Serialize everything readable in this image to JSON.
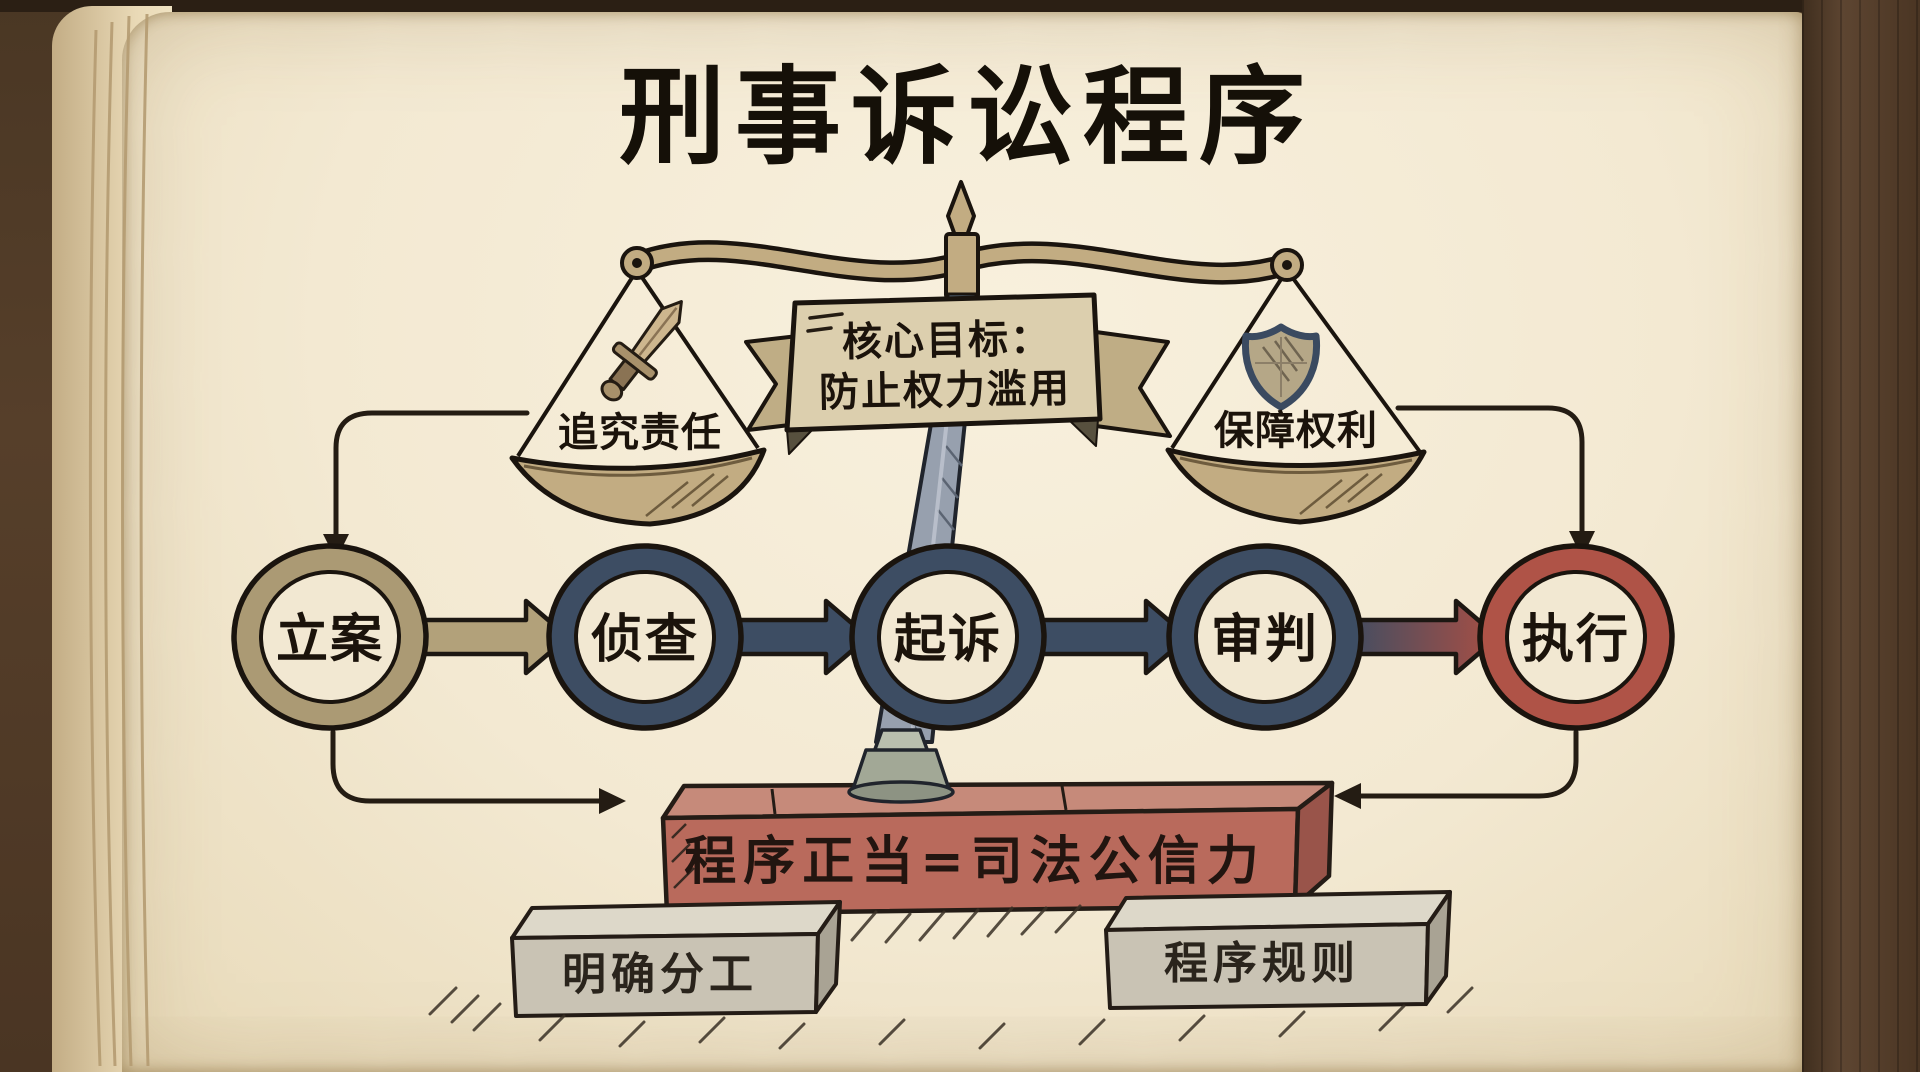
{
  "page": {
    "title": "刑事诉讼程序"
  },
  "scale": {
    "banner": {
      "line1": "核心目标：",
      "line2": "防止权力滥用"
    },
    "left_pan": {
      "icon": "sword-icon",
      "label": "追究责任"
    },
    "right_pan": {
      "icon": "shield-icon",
      "label": "保障权利"
    }
  },
  "flow": {
    "steps": [
      {
        "label": "立案",
        "ring_color": "#ab9a74"
      },
      {
        "label": "侦查",
        "ring_color": "#3d4d63"
      },
      {
        "label": "起诉",
        "ring_color": "#3d4d63"
      },
      {
        "label": "审判",
        "ring_color": "#3d4d63"
      },
      {
        "label": "执行",
        "ring_color": "#af5347"
      }
    ],
    "arrow_colors": {
      "tan": "#b2a17a",
      "navy": "#3d4d63",
      "red": "#a94f44"
    }
  },
  "foundation": {
    "keystone": {
      "label": "程序正当=司法公信力",
      "color": "#b96a5c"
    },
    "bricks": [
      {
        "label": "明确分工"
      },
      {
        "label": "程序规则"
      }
    ]
  }
}
